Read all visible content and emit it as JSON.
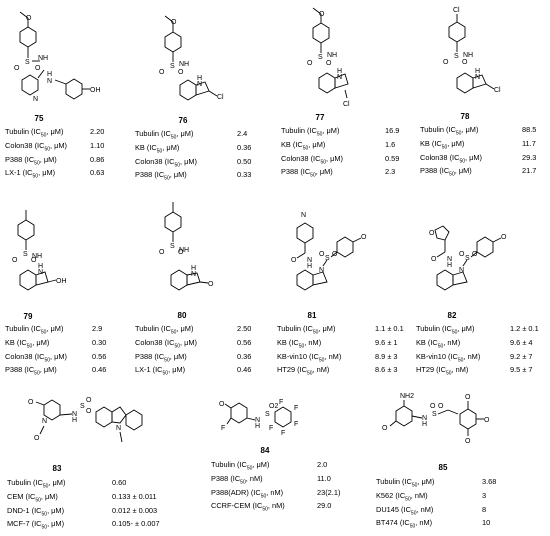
{
  "compounds": [
    {
      "id": "75",
      "rows": [
        [
          "Tubulin (IC50, μM)",
          "2.20"
        ],
        [
          "Colon38 (IC50, μM)",
          "1.10"
        ],
        [
          "P388 (IC50, μM)",
          "0.86"
        ],
        [
          "LX-1 (IC50, μM)",
          "0.63"
        ]
      ]
    },
    {
      "id": "76",
      "rows": [
        [
          "Tubulin (IC50, μM)",
          "2.4"
        ],
        [
          "KB (IC50, μM)",
          "0.36"
        ],
        [
          "Colon38 (IC50, μM)",
          "0.50"
        ],
        [
          "P388 (IC50, μM)",
          "0.33"
        ]
      ]
    },
    {
      "id": "77",
      "rows": [
        [
          "Tubulin (IC50, μM)",
          "16.9"
        ],
        [
          "KB (IC50, μM)",
          "1.6"
        ],
        [
          "Colon38 (IC50, μM)",
          "0.59"
        ],
        [
          "P388 (IC50, μM)",
          "2.3"
        ]
      ]
    },
    {
      "id": "78",
      "rows": [
        [
          "Tubulin (IC50, μM)",
          "88.5"
        ],
        [
          "KB (IC50, μM)",
          "11.7"
        ],
        [
          "Colon38 (IC50, μM)",
          "29.3"
        ],
        [
          "P388 (IC50, μM)",
          "21.7"
        ]
      ]
    },
    {
      "id": "79",
      "rows": [
        [
          "Tubulin (IC50, μM)",
          "2.9"
        ],
        [
          "KB (IC50, μM)",
          "0.30"
        ],
        [
          "Colon38 (IC50, μM)",
          "0.56"
        ],
        [
          "P388 (IC50, μM)",
          "0.46"
        ]
      ]
    },
    {
      "id": "80",
      "rows": [
        [
          "Tubulin (IC50, μM)",
          "2.50"
        ],
        [
          "Colon38 (IC50, μM)",
          "0.56"
        ],
        [
          "P388 (IC50, μM)",
          "0.36"
        ],
        [
          "LX-1 (IC50, μM)",
          "0.46"
        ]
      ]
    },
    {
      "id": "81",
      "rows": [
        [
          "Tubulin (IC50, μM)",
          "1.1 ± 0.1"
        ],
        [
          "KB (IC50, nM)",
          "9.6 ± 1"
        ],
        [
          "KB-vin10 (IC50, nM)",
          "8.9 ± 3"
        ],
        [
          "HT29 (IC50, nM)",
          "8.6 ± 3"
        ]
      ]
    },
    {
      "id": "82",
      "rows": [
        [
          "Tubulin (IC50, μM)",
          "1.2 ± 0.1"
        ],
        [
          "KB (IC50, nM)",
          "9.6 ± 4"
        ],
        [
          "KB-vin10 (IC50, nM)",
          "9.2 ± 7"
        ],
        [
          "HT29 (IC50, nM)",
          "9.5 ± 7"
        ]
      ]
    },
    {
      "id": "83",
      "rows": [
        [
          "Tubulin (IC50, μM)",
          "0.60"
        ],
        [
          "CEM (IC50, μM)",
          "0.133 ± 0.011"
        ],
        [
          "DND-1 (IC50, μM)",
          "0.012 ± 0.003"
        ],
        [
          "MCF-7 (IC50, μM)",
          "0.105- ± 0.007"
        ]
      ]
    },
    {
      "id": "84",
      "rows": [
        [
          "Tubulin (IC50, μM)",
          "2.0"
        ],
        [
          "P388 (IC50, nM)",
          "11.0"
        ],
        [
          "P388(ADR) (IC50, nM)",
          "23(2.1)"
        ],
        [
          "CCRF-CEM (IC50, nM)",
          "29.0"
        ]
      ]
    },
    {
      "id": "85",
      "rows": [
        [
          "Tubulin (IC50, μM)",
          "3.68"
        ],
        [
          "K562 (IC50, nM)",
          "3"
        ],
        [
          "DU145 (IC50, nM)",
          "8"
        ],
        [
          "BT474 (IC50, nM)",
          "10"
        ]
      ]
    }
  ],
  "atom_labels": {
    "o": "O",
    "s": "S",
    "nh": "NH",
    "hn": "HN",
    "h": "H",
    "n": "N",
    "oh": "OH",
    "cl": "Cl",
    "f": "F",
    "nh2": "NH2",
    "s_o2": "S",
    "o2": "O2"
  }
}
